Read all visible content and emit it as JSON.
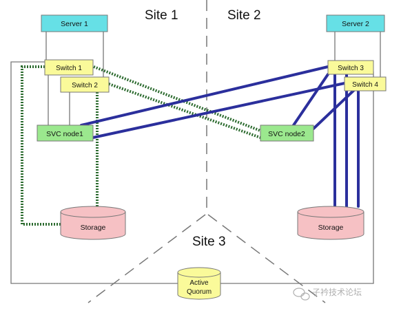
{
  "sites": {
    "site1": "Site 1",
    "site2": "Site 2",
    "site3": "Site 3"
  },
  "servers": {
    "server1": "Server 1",
    "server2": "Server 2"
  },
  "switches": {
    "switch1": "Switch 1",
    "switch2": "Switch 2",
    "switch3": "Switch 3",
    "switch4": "Switch 4"
  },
  "svc": {
    "node1": "SVC node1",
    "node2": "SVC node2"
  },
  "storage": {
    "left": "Storage",
    "right": "Storage"
  },
  "quorum": {
    "line1": "Active",
    "line2": "Quorum"
  },
  "watermark": "子衿技术论坛",
  "colors": {
    "server_fill": "#66e0e6",
    "switch_fill": "#fafa9a",
    "svc_fill": "#9be88e",
    "storage_fill": "#f6c1c4",
    "quorum_fill": "#fafa9a",
    "blue_link": "#2b2f9c",
    "green_link": "#2c6b2f"
  }
}
